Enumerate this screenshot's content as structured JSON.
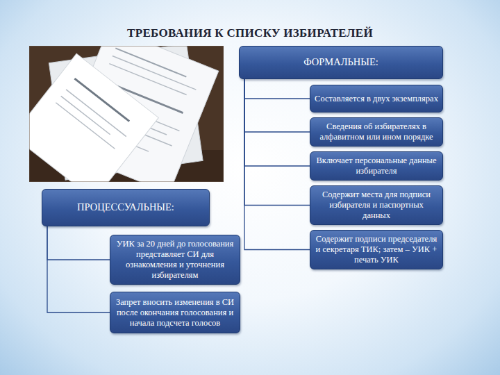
{
  "diagram": {
    "title": "ТРЕБОВАНИЯ К СПИСКУ ИЗБИРАТЕЛЕЙ",
    "nodes": [
      {
        "text": [
          "ФОРМАЛЬНЫЕ:"
        ]
      },
      {
        "text": [
          "Составляется в двух экземплярах"
        ]
      },
      {
        "text": [
          "Сведения об избирателях в алфавитном или ином порядке"
        ]
      },
      {
        "text": [
          "Включает персональные данные избирателя"
        ]
      },
      {
        "text": [
          "Содержит места для подписи избирателя и паспортных данных"
        ]
      },
      {
        "text": [
          "Содержит подписи председателя и секретаря ТИК; затем – УИК + печать УИК"
        ]
      },
      {
        "text": [
          "ПРОЦЕССУАЛЬНЫЕ:"
        ]
      },
      {
        "text": [
          "УИК за 20 дней до голосования представляет СИ для ознакомления и уточнения избирателям"
        ]
      },
      {
        "text": [
          "Запрет вносить изменения в СИ после окончания голосования и начала подсчета голосов"
        ]
      }
    ],
    "edges": [
      {
        "from": 0,
        "to": 1,
        "arrow": "none"
      },
      {
        "from": 0,
        "to": 2,
        "arrow": "none"
      },
      {
        "from": 0,
        "to": 3,
        "arrow": "none"
      },
      {
        "from": 0,
        "to": 4,
        "arrow": "none"
      },
      {
        "from": 0,
        "to": 5,
        "arrow": "none"
      },
      {
        "from": 6,
        "to": 7,
        "arrow": "none"
      },
      {
        "from": 6,
        "to": 8,
        "arrow": "none"
      }
    ]
  }
}
